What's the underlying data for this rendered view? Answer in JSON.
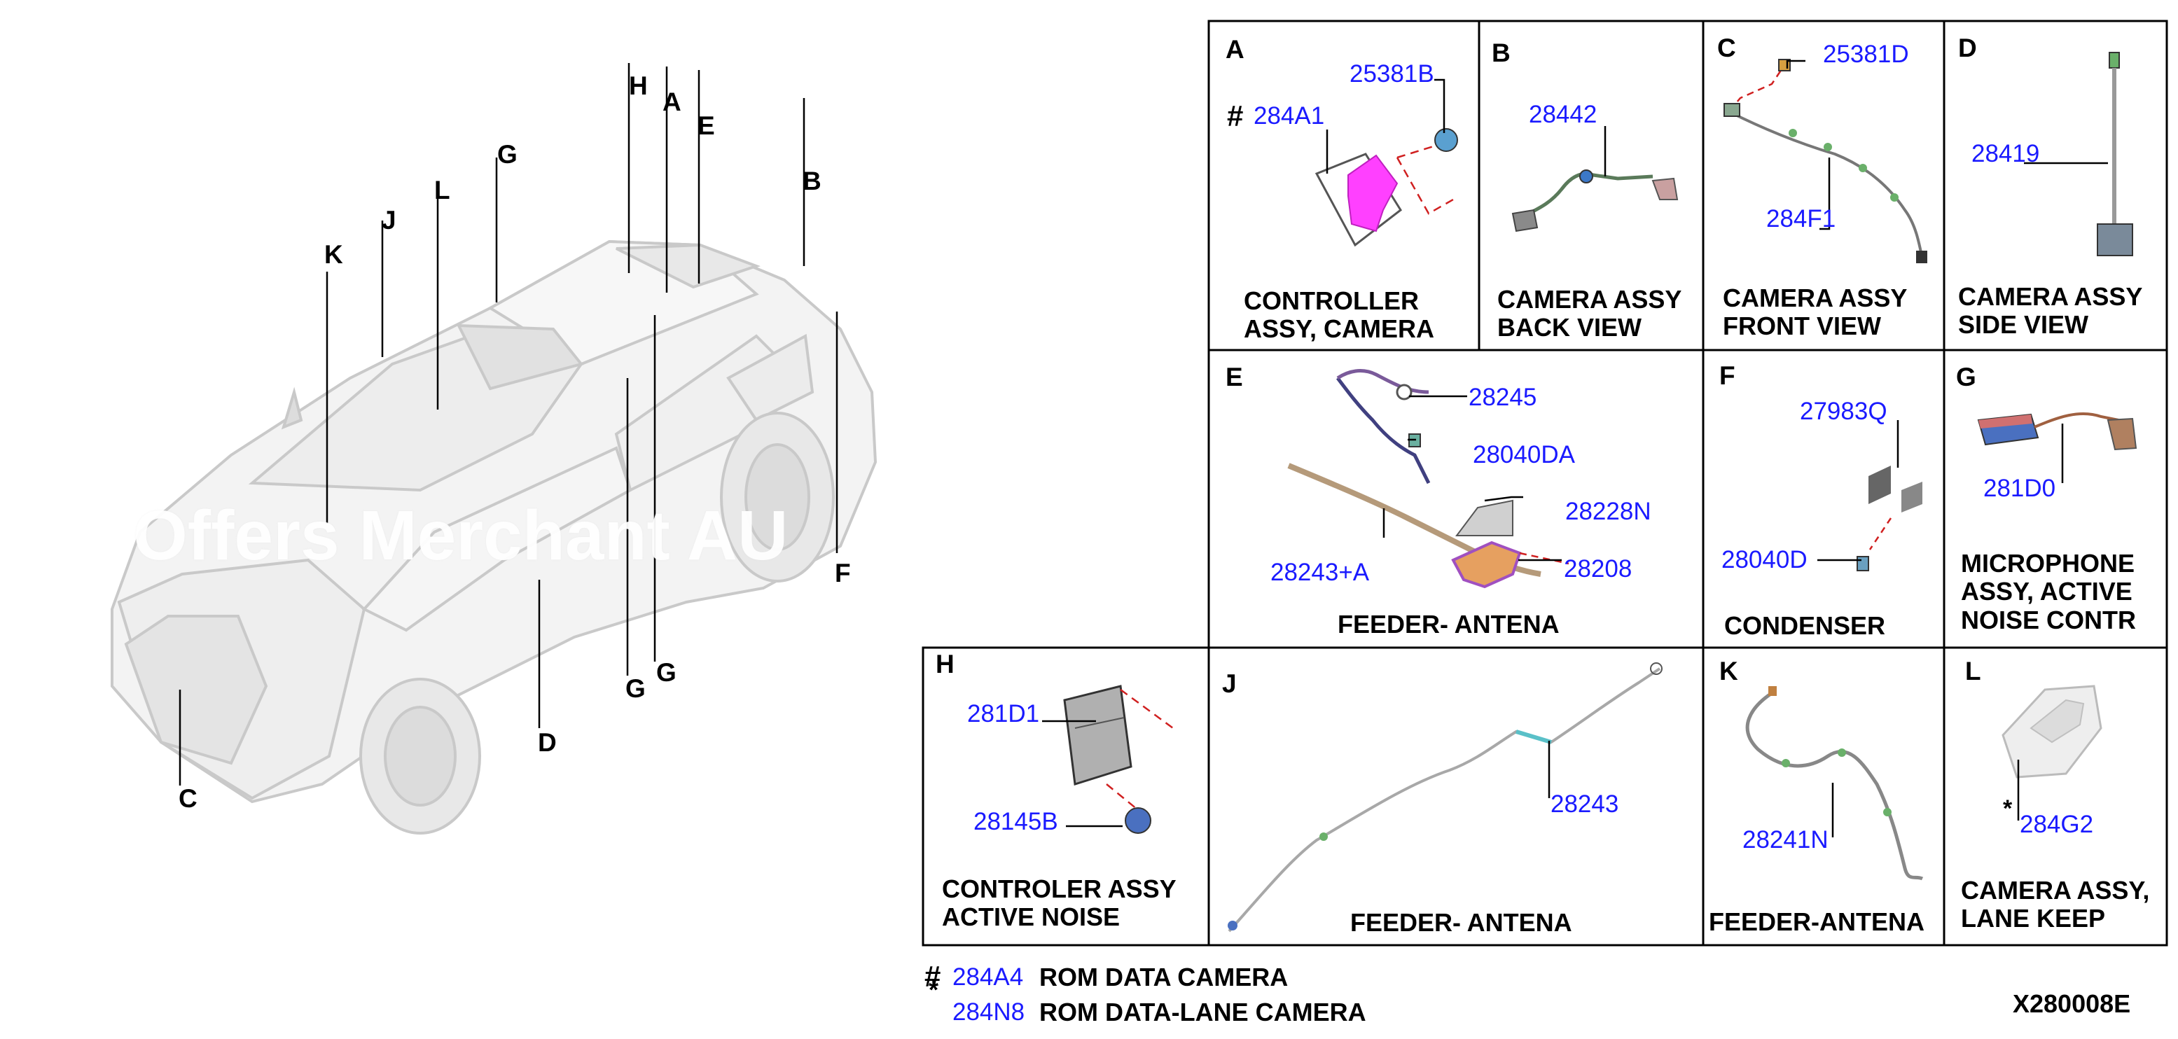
{
  "vehicle_callouts": [
    "H",
    "A",
    "E",
    "B",
    "G",
    "J",
    "L",
    "K",
    "F",
    "G",
    "G",
    "D",
    "C"
  ],
  "panels": [
    {
      "letter": "A",
      "caption": "CONTROLLER\nASSY, CAMERA",
      "parts": [
        "284A1",
        "25381B"
      ],
      "marker": "#"
    },
    {
      "letter": "B",
      "caption": "CAMERA ASSY\nBACK VIEW",
      "parts": [
        "28442"
      ]
    },
    {
      "letter": "C",
      "caption": "CAMERA ASSY\nFRONT VIEW",
      "parts": [
        "25381D",
        "284F1"
      ]
    },
    {
      "letter": "D",
      "caption": "CAMERA ASSY\nSIDE VIEW",
      "parts": [
        "28419"
      ]
    },
    {
      "letter": "E",
      "caption": "FEEDER- ANTENA",
      "parts": [
        "28245",
        "28040DA",
        "28228N",
        "28208",
        "28243+A"
      ]
    },
    {
      "letter": "F",
      "caption": "CONDENSER",
      "parts": [
        "27983Q",
        "28040D"
      ]
    },
    {
      "letter": "G",
      "caption": "MICROPHONE\nASSY, ACTIVE\nNOISE CONTR",
      "parts": [
        "281D0"
      ]
    },
    {
      "letter": "H",
      "caption": "CONTROLER ASSY\nACTIVE NOISE",
      "parts": [
        "281D1",
        "28145B"
      ]
    },
    {
      "letter": "J",
      "caption": "FEEDER- ANTENA",
      "parts": [
        "28243"
      ]
    },
    {
      "letter": "K",
      "caption": "FEEDER-ANTENA",
      "parts": [
        "28241N"
      ]
    },
    {
      "letter": "L",
      "caption": "CAMERA ASSY,\nLANE KEEP",
      "parts": [
        "284G2"
      ],
      "marker": "*"
    }
  ],
  "footnotes": [
    {
      "symbol": "#",
      "part": "284A4",
      "description": "ROM DATA CAMERA"
    },
    {
      "symbol": "*",
      "part": "284N8",
      "description": "ROM DATA-LANE CAMERA"
    }
  ],
  "diagram_code": "X280008E",
  "watermark": "Offers Merchant AU",
  "colors": {
    "part_number": "#1a1aff",
    "lines": "#000000",
    "dashed_leader": "#d02020",
    "highlight": "#ff40ff"
  }
}
